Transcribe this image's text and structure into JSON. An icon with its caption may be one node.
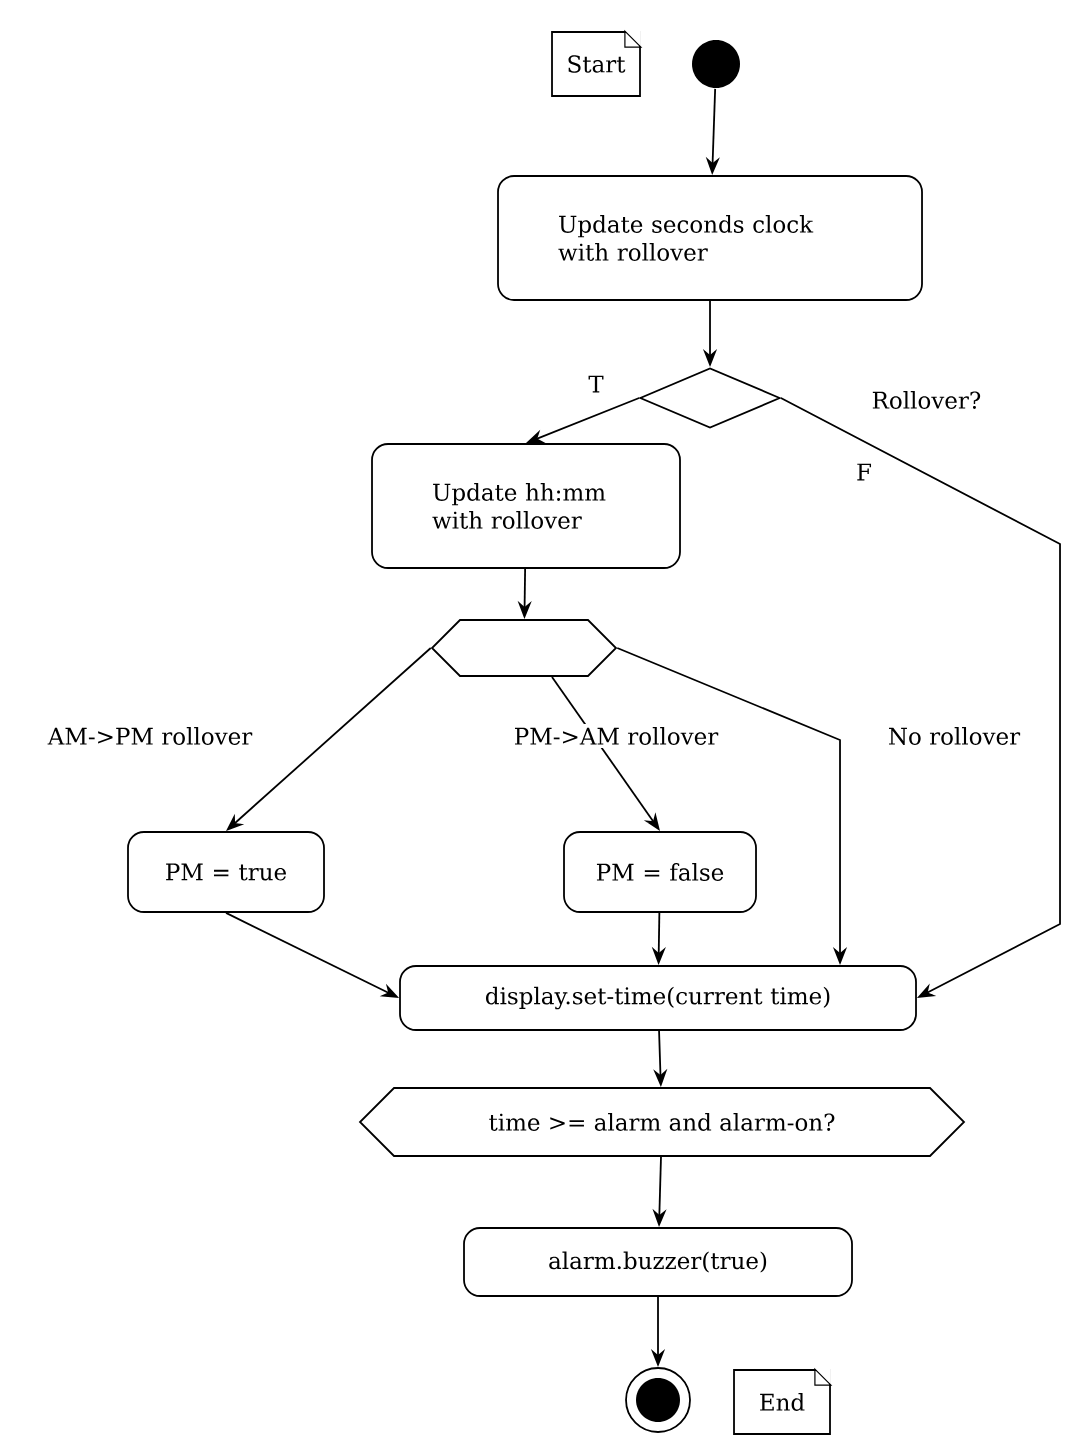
{
  "diagram": {
    "nodes": [
      {
        "text": [
          "Start"
        ]
      },
      {
        "text": [],
        "shape": "circle"
      },
      {
        "text": [
          "Update seconds clock with rollover"
        ]
      },
      {
        "text": [],
        "shape": "diamond"
      },
      {
        "text": [
          "Update hh:mm with rollover"
        ]
      },
      {
        "text": [],
        "shape": "hexagon"
      },
      {
        "text": [
          "PM = true"
        ]
      },
      {
        "text": [
          "PM = false"
        ]
      },
      {
        "text": [
          "display.set-time(current time)"
        ]
      },
      {
        "text": [
          "time >= alarm and alarm-on?"
        ]
      },
      {
        "text": [
          "alarm.buzzer(true)"
        ]
      },
      {
        "text": [],
        "shape": "bullseye"
      },
      {
        "text": [
          "End"
        ]
      }
    ],
    "edges": [
      {
        "from": 1,
        "to": 2,
        "arrow": "to"
      },
      {
        "from": 2,
        "to": 3,
        "arrow": "to"
      },
      {
        "from": 3,
        "to": 4,
        "arrow": "to",
        "label": "T"
      },
      {
        "from": 3,
        "to": 8,
        "arrow": "to",
        "label": "F"
      },
      {
        "from": 4,
        "to": 5,
        "arrow": "to"
      },
      {
        "from": 5,
        "to": 6,
        "arrow": "to",
        "label": "AM->PM rollover"
      },
      {
        "from": 5,
        "to": 7,
        "arrow": "to",
        "label": "PM->AM rollover"
      },
      {
        "from": 5,
        "to": 8,
        "arrow": "to",
        "label": "No rollover"
      },
      {
        "from": 6,
        "to": 8,
        "arrow": "to"
      },
      {
        "from": 7,
        "to": 8,
        "arrow": "to"
      },
      {
        "from": 8,
        "to": 9,
        "arrow": "to"
      },
      {
        "from": 9,
        "to": 10,
        "arrow": "to"
      },
      {
        "from": 10,
        "to": 11,
        "arrow": "to"
      }
    ],
    "labels": [
      "Rollover?"
    ]
  }
}
